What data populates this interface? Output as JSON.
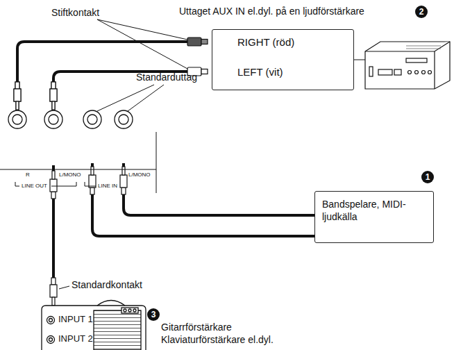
{
  "diagram": {
    "nodes": [
      {
        "text": [
          "RIGHT (röd)",
          "LEFT (vit)"
        ]
      },
      {
        "text": [
          "Bandspelare, MIDI-ljudkälla"
        ]
      }
    ],
    "labels": [
      "Uttaget AUX IN el.dyl. på en ljudförstärkare",
      "2",
      "Stiftkontakt",
      "Standarduttag",
      "R",
      "L/MONO",
      "LINE OUT",
      "L/MONO",
      "LINE IN",
      "1",
      "Standardkontakt",
      "3",
      "INPUT 1",
      "INPUT 2",
      "Gitarrförstärkare",
      "Klaviaturförstärkare el.dyl."
    ]
  }
}
